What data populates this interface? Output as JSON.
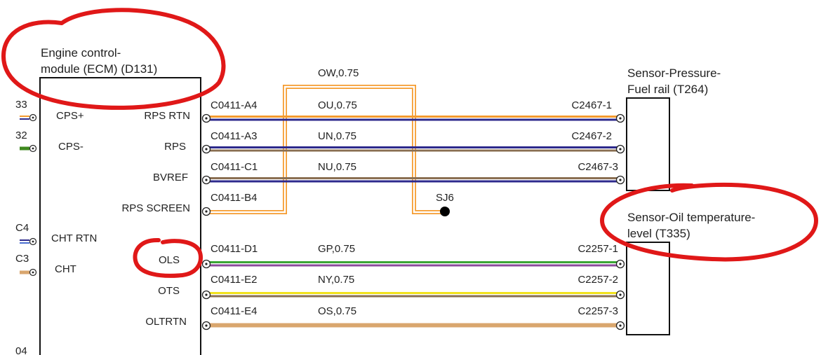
{
  "ecm": {
    "title_line1": "Engine control-",
    "title_line2": "module (ECM) (D131)",
    "pins_right": [
      "RPS RTN",
      "RPS",
      "BVREF",
      "RPS SCREEN",
      "OLS",
      "OTS",
      "OLTRTN"
    ],
    "pins_left": [
      "CPS+",
      "CPS-",
      "CHT RTN",
      "CHT"
    ]
  },
  "left_edge_fragments": [
    "33",
    "32",
    "C4",
    "C3",
    "04"
  ],
  "fuel_rail_sensor": {
    "title_line1": "Sensor-Pressure-",
    "title_line2": "Fuel rail (T264)"
  },
  "oil_temp_sensor": {
    "title_line1": "Sensor-Oil temperature-",
    "title_line2": "level (T335)"
  },
  "wires": [
    {
      "ecm_connector": "C0411-A4",
      "code": "OU,0.75",
      "sensor_connector": "C2467-1",
      "colors": [
        "#f59b2e",
        "#2d2a8c"
      ]
    },
    {
      "ecm_connector": "C0411-A3",
      "code": "UN,0.75",
      "sensor_connector": "C2467-2",
      "colors": [
        "#2d2a8c",
        "#8a6f52"
      ]
    },
    {
      "ecm_connector": "C0411-C1",
      "code": "NU,0.75",
      "sensor_connector": "C2467-3",
      "colors": [
        "#8a6f52",
        "#2d2a8c"
      ]
    },
    {
      "ecm_connector": "C0411-D1",
      "code": "GP,0.75",
      "sensor_connector": "C2257-1",
      "colors": [
        "#3aa534",
        "#8a4a9a"
      ]
    },
    {
      "ecm_connector": "C0411-E2",
      "code": "NY,0.75",
      "sensor_connector": "C2257-2",
      "colors": [
        "#f2e21c",
        "#8a6f52"
      ]
    },
    {
      "ecm_connector": "C0411-E4",
      "code": "OS,0.75",
      "sensor_connector": "C2257-3",
      "colors": [
        "#d9a66e",
        "#d9a66e"
      ]
    }
  ],
  "screen_wire": {
    "ecm_connector": "C0411-B4",
    "code": "OW,0.75",
    "splice": "SJ6",
    "color": "#f59b2e"
  },
  "annotation_color": "#e01818"
}
